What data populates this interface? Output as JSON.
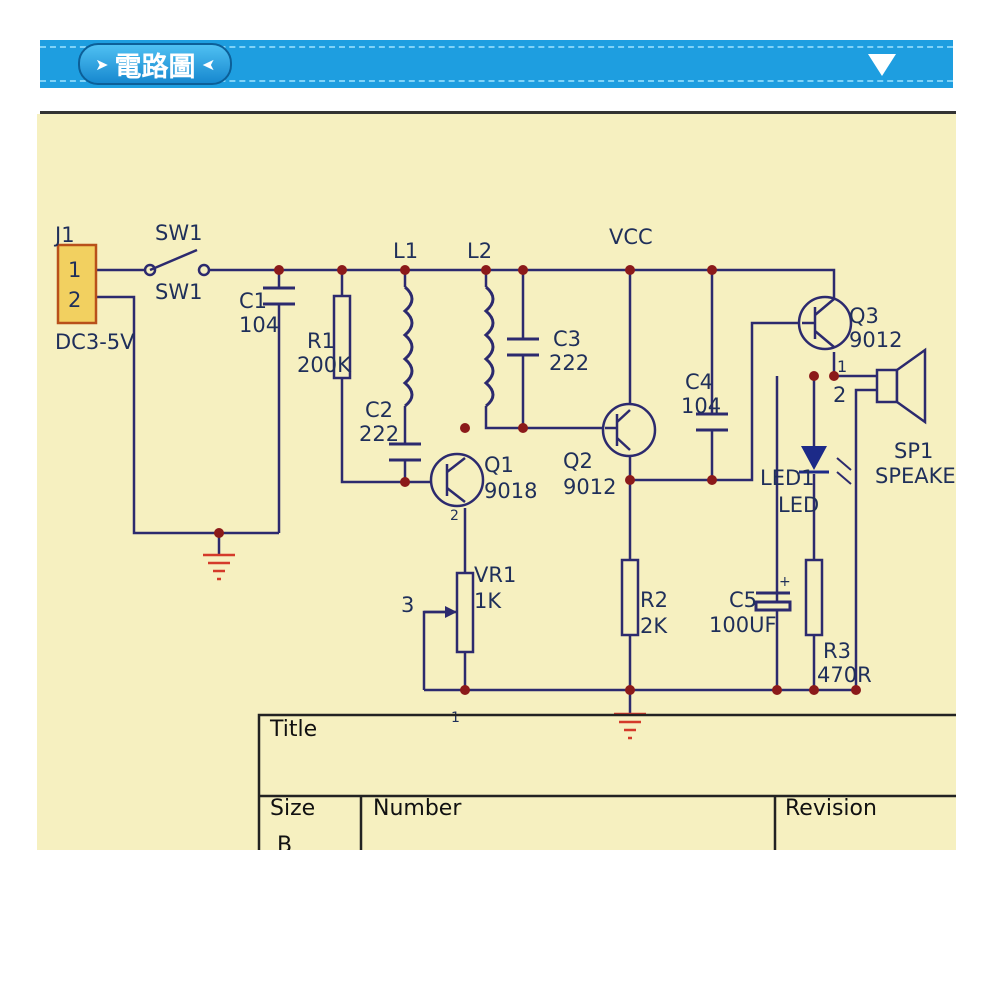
{
  "header": {
    "tab_label": "電路圖",
    "accent_color": "#1e9ee0",
    "dropdown_icon": "triangle-down-icon"
  },
  "schematic": {
    "background_color": "#f6f0c0",
    "wire_color": "#2c2a6e",
    "junction_color": "#8b1a1a",
    "ground_color": "#d43a2a",
    "connector": {
      "ref": "J1",
      "pin1": "1",
      "pin2": "2",
      "value": "DC3-5V"
    },
    "switch": {
      "ref_top": "SW1",
      "ref_bottom": "SW1"
    },
    "capacitors": [
      {
        "ref": "C1",
        "value": "104"
      },
      {
        "ref": "C2",
        "value": "222"
      },
      {
        "ref": "C3",
        "value": "222"
      },
      {
        "ref": "C4",
        "value": "104"
      },
      {
        "ref": "C5",
        "value": "100UF"
      }
    ],
    "resistors": [
      {
        "ref": "R1",
        "value": "200K"
      },
      {
        "ref": "R2",
        "value": "2K"
      },
      {
        "ref": "R3",
        "value": "470R"
      }
    ],
    "inductors": [
      {
        "ref": "L1"
      },
      {
        "ref": "L2"
      }
    ],
    "transistors": [
      {
        "ref": "Q1",
        "value": "9018"
      },
      {
        "ref": "Q2",
        "value": "9012"
      },
      {
        "ref": "Q3",
        "value": "9012"
      }
    ],
    "potentiometer": {
      "ref": "VR1",
      "value": "1K",
      "pin3": "3",
      "pin1": "1"
    },
    "led": {
      "ref": "LED1",
      "value": "LED"
    },
    "speaker": {
      "ref": "SP1",
      "value": "SPEAKE",
      "pin1": "1",
      "pin2": "2"
    },
    "power": "VCC",
    "q1_pin": "2",
    "c5_polarity": "+"
  },
  "title_block": {
    "title_label": "Title",
    "size_label": "Size",
    "size_value": "B",
    "number_label": "Number",
    "revision_label": "Revision"
  }
}
